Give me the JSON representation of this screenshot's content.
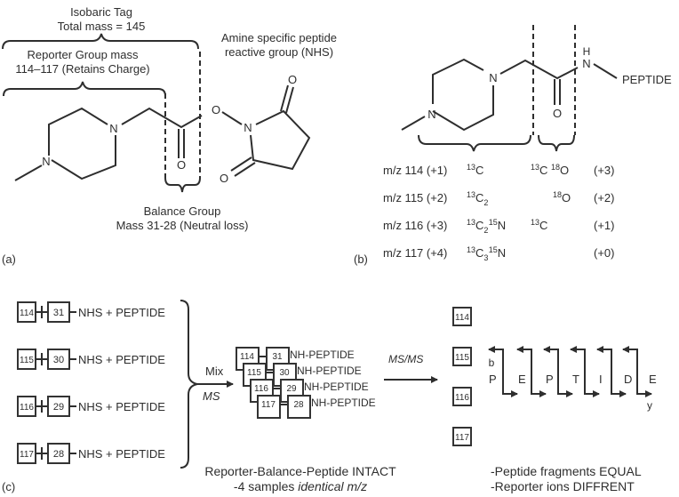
{
  "panel_a": {
    "label": "(a)",
    "isobaric_tag_title": "Isobaric Tag",
    "isobaric_tag_mass": "Total mass = 145",
    "reporter_title": "Reporter Group mass",
    "reporter_mass": "114–117 (Retains Charge)",
    "amine_title": "Amine specific peptide",
    "amine_sub": "reactive group (NHS)",
    "balance_title": "Balance Group",
    "balance_mass": "Mass 31-28 (Neutral loss)",
    "atoms": {
      "n1": "N",
      "n2": "N",
      "o_carbonyl": "O",
      "o_ester": "O",
      "n_nhs": "N",
      "o_nhs_top": "O",
      "o_nhs_bottom": "O"
    }
  },
  "panel_b": {
    "label": "(b)",
    "peptide": "PEPTIDE",
    "atoms": {
      "n1": "N",
      "n2": "N",
      "o": "O",
      "nh_n": "N",
      "nh_h": "H"
    },
    "rows": [
      {
        "mz": "m/z 114 (+1)",
        "reporter_iso": [
          {
            "sup": "13",
            "base": "C",
            "sub": ""
          }
        ],
        "mid_iso": [],
        "balance_iso": [
          {
            "sup": "13",
            "base": "C",
            "sub": ""
          },
          {
            "sup": "18",
            "base": "O",
            "sub": ""
          }
        ],
        "balance_shift": "(+3)"
      },
      {
        "mz": "m/z 115 (+2)",
        "reporter_iso": [
          {
            "sup": "13",
            "base": "C",
            "sub": "2"
          }
        ],
        "mid_iso": [],
        "balance_iso": [
          {
            "sup": "18",
            "base": "O",
            "sub": ""
          }
        ],
        "balance_shift": "(+2)"
      },
      {
        "mz": "m/z 116 (+3)",
        "reporter_iso": [
          {
            "sup": "13",
            "base": "C",
            "sub": "2"
          },
          {
            "sup": "15",
            "base": "N",
            "sub": ""
          }
        ],
        "mid_iso": [
          {
            "sup": "13",
            "base": "C",
            "sub": ""
          }
        ],
        "balance_iso": [],
        "balance_shift": "(+1)"
      },
      {
        "mz": "m/z 117 (+4)",
        "reporter_iso": [
          {
            "sup": "13",
            "base": "C",
            "sub": "3"
          },
          {
            "sup": "15",
            "base": "N",
            "sub": ""
          }
        ],
        "mid_iso": [],
        "balance_iso": [],
        "balance_shift": "(+0)"
      }
    ]
  },
  "panel_c": {
    "label": "(c)",
    "samples": [
      {
        "reporter": "114",
        "balance": "31",
        "suffix": "NHS + PEPTIDE"
      },
      {
        "reporter": "115",
        "balance": "30",
        "suffix": "NHS + PEPTIDE"
      },
      {
        "reporter": "116",
        "balance": "29",
        "suffix": "NHS + PEPTIDE"
      },
      {
        "reporter": "117",
        "balance": "28",
        "suffix": "NHS + PEPTIDE"
      }
    ],
    "mix_label": "Mix",
    "ms_label": "MS",
    "msms_label": "MS/MS",
    "mixed": [
      {
        "reporter": "114",
        "balance": "31",
        "suffix": "NH-PEPTIDE"
      },
      {
        "reporter": "115",
        "balance": "30",
        "suffix": "NH-PEPTIDE"
      },
      {
        "reporter": "116",
        "balance": "29",
        "suffix": "NH-PEPTIDE"
      },
      {
        "reporter": "117",
        "balance": "28",
        "suffix": "NH-PEPTIDE"
      }
    ],
    "reporter_ions": [
      "114",
      "115",
      "116",
      "117"
    ],
    "fragment_letters": [
      "P",
      "E",
      "P",
      "T",
      "I",
      "D",
      "E"
    ],
    "b_label": "b",
    "y_label": "y",
    "caption_mid_line1": "Reporter-Balance-Peptide INTACT",
    "caption_mid_line2_prefix": "-4 samples ",
    "caption_mid_line2_italic": "identical m/z",
    "caption_right_line1": "-Peptide fragments EQUAL",
    "caption_right_line2": "-Reporter ions DIFFRENT"
  }
}
